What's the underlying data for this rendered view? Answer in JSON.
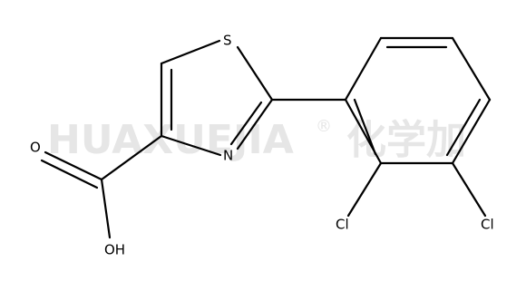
{
  "watermark": {
    "brand": "HUAXUEJIA",
    "registered": "®",
    "cn": "化学加"
  },
  "atoms": {
    "S": "S",
    "N": "N",
    "O": "O",
    "OH": "OH",
    "Cl_left": "Cl",
    "Cl_right": "Cl"
  }
}
